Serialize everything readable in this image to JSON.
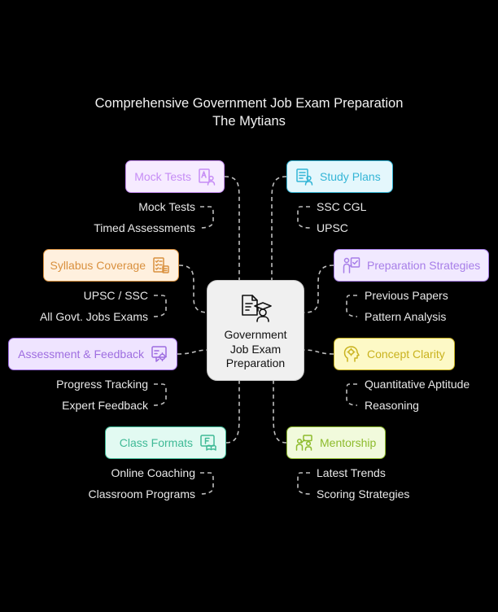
{
  "title": {
    "line1": "Comprehensive Government Job Exam Preparation",
    "line2": "The Mytians"
  },
  "center": {
    "label": "Government\nJob Exam\nPreparation",
    "icon": "document-graduate-icon"
  },
  "branches": {
    "mock_tests": {
      "label": "Mock Tests",
      "icon": "test-user-icon",
      "color": "#c68df5",
      "fill": "#f6ebff",
      "items": [
        "Mock Tests",
        "Timed Assessments"
      ]
    },
    "study_plans": {
      "label": "Study Plans",
      "icon": "plan-user-icon",
      "color": "#33b5d6",
      "fill": "#e4f7fc",
      "items": [
        "SSC CGL",
        "UPSC"
      ]
    },
    "syllabus_coverage": {
      "label": "Syllabus Coverage",
      "icon": "syllabus-checklist-icon",
      "color": "#d9903e",
      "fill": "#fff0de",
      "items": [
        "UPSC / SSC",
        "All Govt. Jobs Exams"
      ]
    },
    "preparation_strategies": {
      "label": "Preparation Strategies",
      "icon": "strategy-board-icon",
      "color": "#a77ee8",
      "fill": "#f1e9ff",
      "items": [
        "Previous Papers",
        "Pattern Analysis"
      ]
    },
    "assessment_feedback": {
      "label": "Assessment & Feedback",
      "icon": "feedback-gear-icon",
      "color": "#9e6de0",
      "fill": "#efe4ff",
      "items": [
        "Progress Tracking",
        "Expert Feedback"
      ]
    },
    "concept_clarity": {
      "label": "Concept Clarity",
      "icon": "head-idea-icon",
      "color": "#c9b21e",
      "fill": "#fdf9c6",
      "items": [
        "Quantitative Aptitude",
        "Reasoning"
      ]
    },
    "class_formats": {
      "label": "Class Formats",
      "icon": "class-format-icon",
      "color": "#3fba96",
      "fill": "#e2faf2",
      "items": [
        "Online Coaching",
        "Classroom Programs"
      ]
    },
    "mentorship": {
      "label": "Mentorship",
      "icon": "mentor-presentation-icon",
      "color": "#8dbb2c",
      "fill": "#f1fadc",
      "items": [
        "Latest Trends",
        "Scoring Strategies"
      ]
    }
  }
}
